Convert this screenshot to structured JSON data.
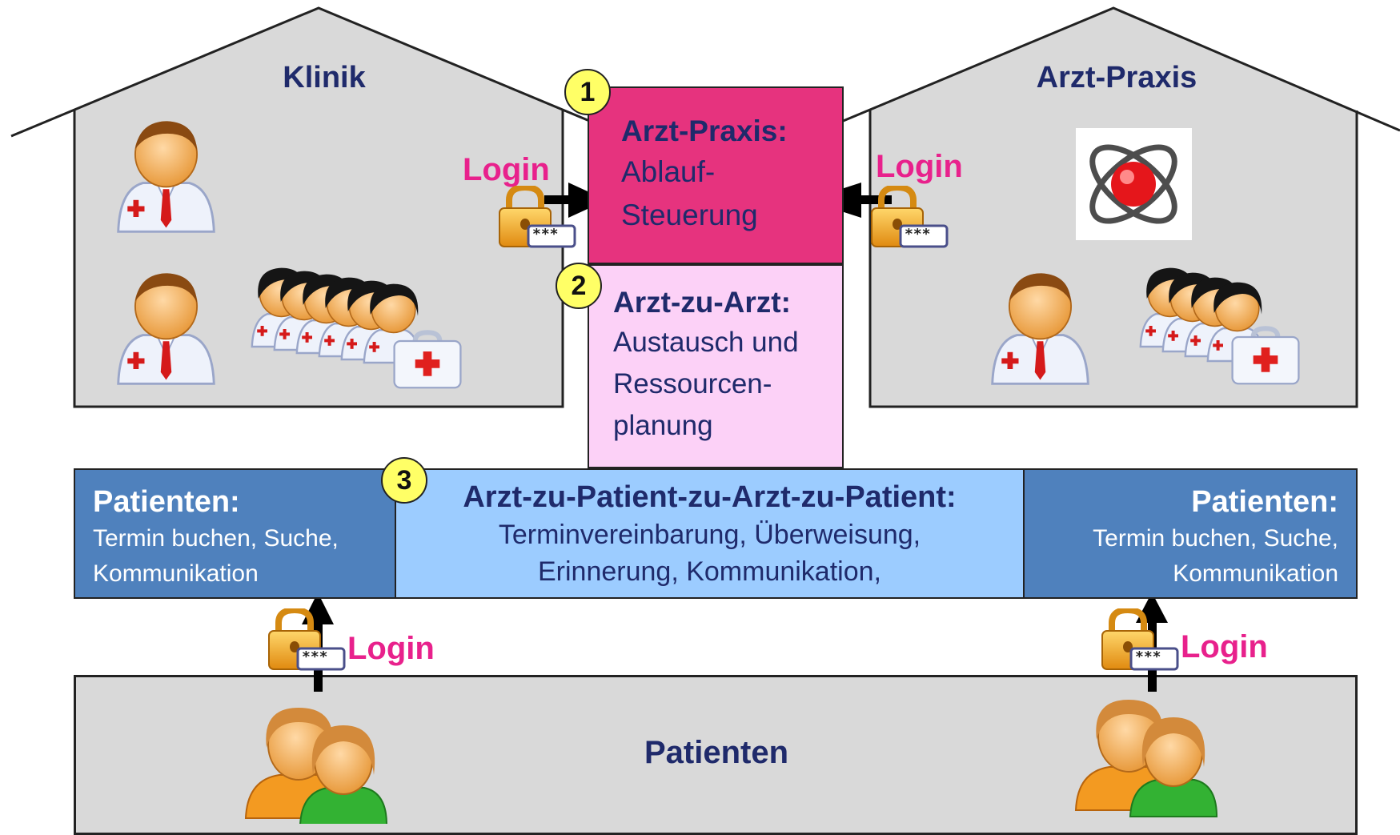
{
  "houses": {
    "klinik": {
      "title": "Klinik"
    },
    "praxis": {
      "title": "Arzt-Praxis"
    }
  },
  "login_label": "Login",
  "box1": {
    "badge": "1",
    "title": "Arzt-Praxis:",
    "line1": "Ablauf-",
    "line2": "Steuerung"
  },
  "box2": {
    "badge": "2",
    "title": "Arzt-zu-Arzt:",
    "line1": "Austausch und",
    "line2": "Ressourcen-",
    "line3": "planung"
  },
  "band": {
    "badge": "3",
    "left": {
      "title": "Patienten:",
      "line1": "Termin buchen, Suche,",
      "line2": "Kommunikation"
    },
    "middle": {
      "title": "Arzt-zu-Patient-zu-Arzt-zu-Patient:",
      "line1": "Terminvereinbarung, Überweisung,",
      "line2": "Erinnerung, Kommunikation,"
    },
    "right": {
      "title": "Patienten:",
      "line1": "Termin buchen, Suche,",
      "line2": "Kommunikation"
    }
  },
  "patients_floor": {
    "title": "Patienten"
  },
  "lock_password_text": "***",
  "colors": {
    "house_fill": "#d9d9d9",
    "box1_fill": "#e6337e",
    "box2_fill": "#fcd1f7",
    "band_side": "#4f81bd",
    "band_middle": "#9cccff",
    "login_text": "#e8218c",
    "title_text": "#1f2a6b",
    "badge_fill": "#ffff66"
  }
}
